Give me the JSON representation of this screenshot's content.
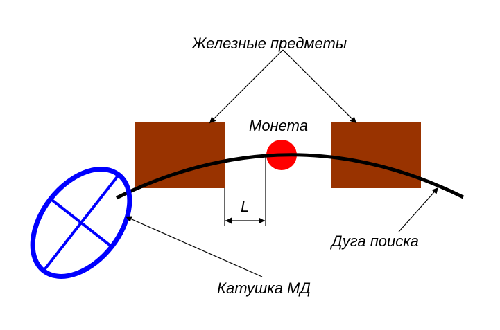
{
  "labels": {
    "iron_objects": "Железные предметы",
    "coin": "Монета",
    "distance": "L",
    "search_arc": "Дуга поиска",
    "coil": "Катушка МД"
  },
  "colors": {
    "iron_block": "#993300",
    "coin": "#ff0000",
    "coil": "#0000ff",
    "arc": "#000000"
  }
}
